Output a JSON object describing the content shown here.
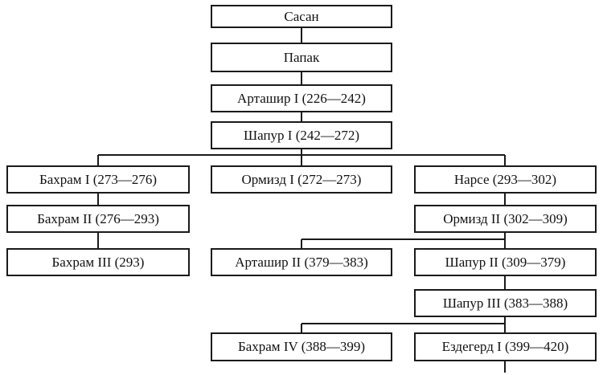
{
  "tree": {
    "sasan": "Сасан",
    "papak": "Папак",
    "ardashir_1": "Арташир I (226—242)",
    "shapur_1": "Шапур I (242—272)",
    "bahram_1": "Бахрам I (273—276)",
    "hormizd_1": "Ормизд I (272—273)",
    "narseh": "Нарсе (293—302)",
    "bahram_2": "Бахрам II (276—293)",
    "hormizd_2": "Ормизд II (302—309)",
    "bahram_3": "Бахрам III (293)",
    "ardashir_2": "Арташир II (379—383)",
    "shapur_2": "Шапур II (309—379)",
    "shapur_3": "Шапур III (383—388)",
    "bahram_4": "Бахрам IV (388—399)",
    "yazdegerd_1": "Ездегерд I (399—420)"
  }
}
